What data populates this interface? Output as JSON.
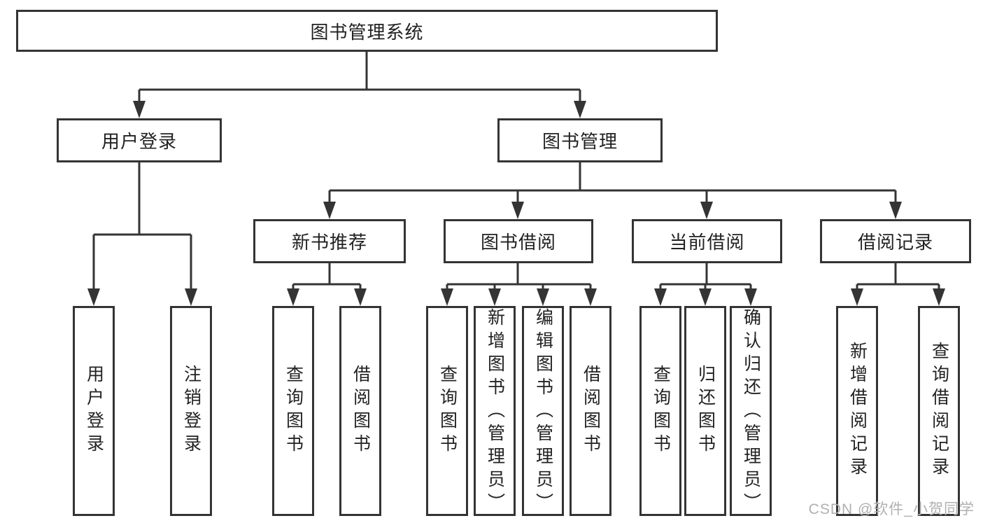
{
  "diagram": {
    "root": {
      "label": "图书管理系统"
    },
    "level2": [
      {
        "label": "用户登录"
      },
      {
        "label": "图书管理"
      }
    ],
    "level3": [
      {
        "label": "新书推荐"
      },
      {
        "label": "图书借阅"
      },
      {
        "label": "当前借阅"
      },
      {
        "label": "借阅记录"
      }
    ],
    "leaves": {
      "user_login": [
        {
          "label": "用户登录"
        },
        {
          "label": "注销登录"
        }
      ],
      "new_book_recommendation": [
        {
          "label": "查询图书"
        },
        {
          "label": "借阅图书"
        }
      ],
      "book_borrowing": [
        {
          "label": "查询图书"
        },
        {
          "label": "新增图书（管理员）"
        },
        {
          "label": "编辑图书（管理员）"
        },
        {
          "label": "借阅图书"
        }
      ],
      "current_borrowing": [
        {
          "label": "查询图书"
        },
        {
          "label": "归还图书"
        },
        {
          "label": "确认归还（管理员）"
        }
      ],
      "borrowing_records": [
        {
          "label": "新增借阅记录"
        },
        {
          "label": "查询借阅记录"
        }
      ]
    },
    "colors": {
      "line": "#343434",
      "box_border": "#343434",
      "text": "#222222",
      "background": "#ffffff",
      "watermark": "#b0b0b0"
    }
  },
  "watermark": {
    "text": "CSDN @软件_小贺同学"
  }
}
